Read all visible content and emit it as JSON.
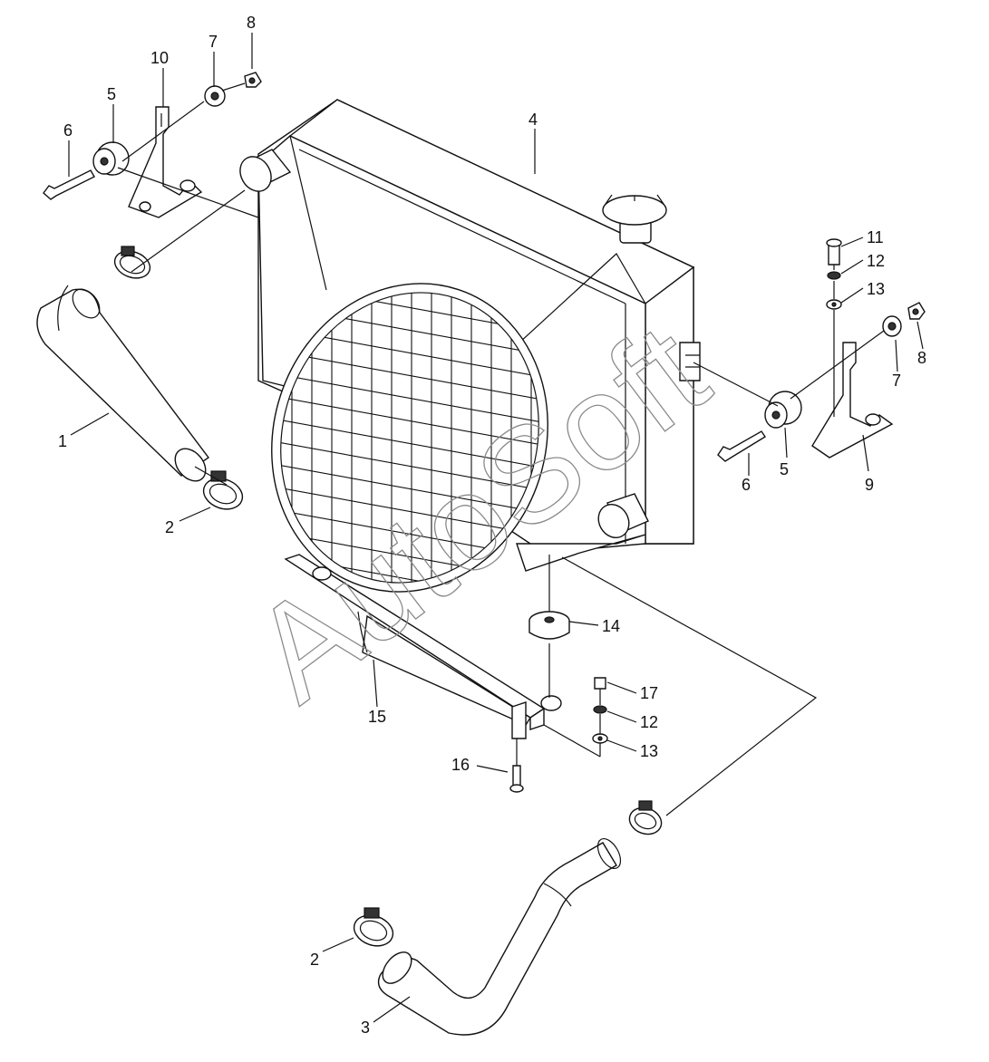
{
  "watermark": "AutoSoft",
  "callouts": {
    "c1": "1",
    "c2a": "2",
    "c2b": "2",
    "c3": "3",
    "c4": "4",
    "c5a": "5",
    "c5b": "5",
    "c6a": "6",
    "c6b": "6",
    "c7a": "7",
    "c7b": "7",
    "c8a": "8",
    "c8b": "8",
    "c9": "9",
    "c10": "10",
    "c11": "11",
    "c12a": "12",
    "c12b": "12",
    "c13a": "13",
    "c13b": "13",
    "c14": "14",
    "c15": "15",
    "c16": "16",
    "c17": "17"
  }
}
